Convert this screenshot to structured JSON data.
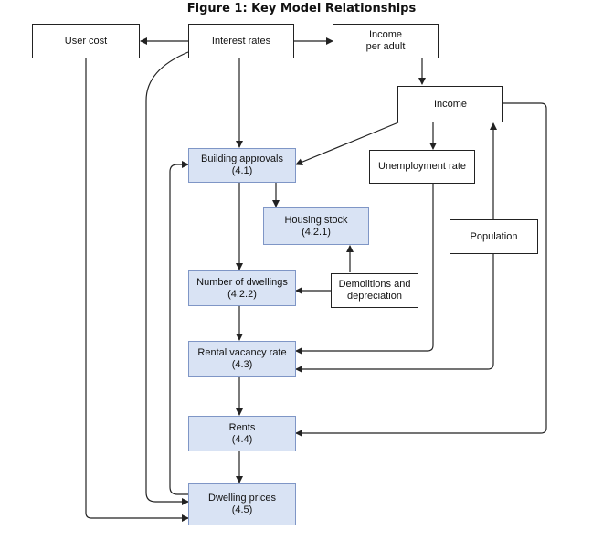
{
  "title": "Figure 1: Key Model Relationships",
  "nodes": {
    "user_cost": {
      "label": "User cost"
    },
    "interest_rates": {
      "label": "Interest rates"
    },
    "income_per_adult": {
      "line1": "Income",
      "line2": "per adult"
    },
    "income": {
      "label": "Income"
    },
    "building_approvals": {
      "label": "Building approvals",
      "ref": "(4.1)"
    },
    "unemployment_rate": {
      "label": "Unemployment rate"
    },
    "housing_stock": {
      "label": "Housing stock",
      "ref": "(4.2.1)"
    },
    "population": {
      "label": "Population"
    },
    "number_of_dwellings": {
      "label": "Number of dwellings",
      "ref": "(4.2.2)"
    },
    "demolitions": {
      "line1": "Demolitions and",
      "line2": "depreciation"
    },
    "rental_vacancy_rate": {
      "label": "Rental vacancy rate",
      "ref": "(4.3)"
    },
    "rents": {
      "label": "Rents",
      "ref": "(4.4)"
    },
    "dwelling_prices": {
      "label": "Dwelling prices",
      "ref": "(4.5)"
    }
  },
  "colors": {
    "model_box_fill": "#d9e3f4",
    "model_box_border": "#7f96c6",
    "line": "#222222"
  }
}
